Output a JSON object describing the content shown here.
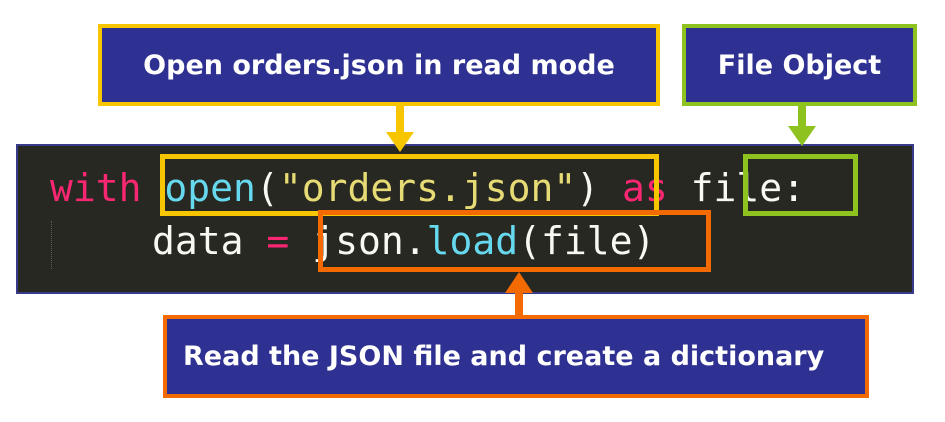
{
  "labels": {
    "open": "Open orders.json in read mode",
    "file_object": "File Object",
    "read": "Read the JSON file and create a dictionary"
  },
  "code": {
    "line1": {
      "kw_with": "with",
      "fn_open": "open",
      "paren_open": "(",
      "string": "\"orders.json\"",
      "paren_close": ")",
      "kw_as": "as",
      "var_file": "file",
      "colon": ":"
    },
    "line2": {
      "var_data": "data",
      "op_eq": "=",
      "mod_json": "json.",
      "fn_load": "load",
      "args": "(file)"
    }
  },
  "colors": {
    "label_bg": "#2e3192",
    "yellow": "#f7c600",
    "green": "#8ec21f",
    "orange": "#f36b00",
    "code_bg": "#272822",
    "keyword": "#f92672",
    "function": "#66d9ef",
    "string": "#e6db74",
    "text": "#f8f8f2"
  }
}
